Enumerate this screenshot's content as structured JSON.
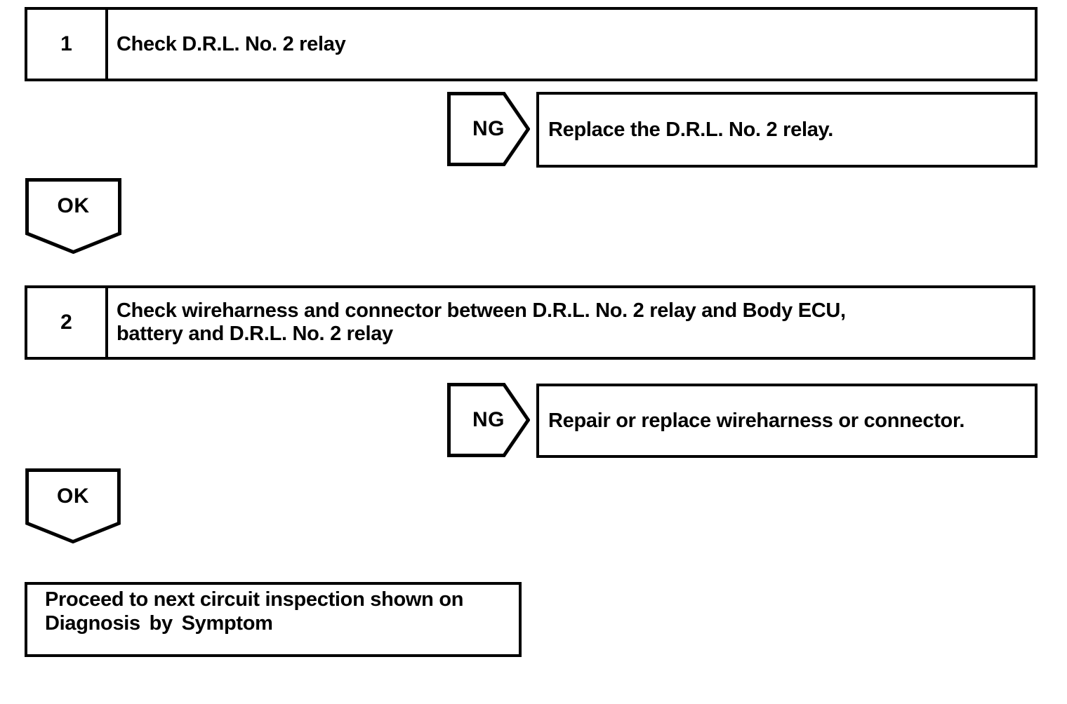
{
  "page": {
    "background": "#ffffff",
    "ink": "#000000"
  },
  "flowchart": {
    "steps": [
      {
        "number": "1",
        "instruction": "Check D.R.L. No. 2 relay",
        "instruction_lines": [
          "Check D.R.L. No. 2 relay"
        ],
        "ng": {
          "label": "NG",
          "action": "Replace the D.R.L. No. 2 relay."
        },
        "ok": {
          "label": "OK"
        }
      },
      {
        "number": "2",
        "instruction": "Check wireharness and connector between D.R.L. No. 2 relay and Body ECU, battery and D.R.L. No. 2 relay",
        "instruction_lines": [
          "Check wireharness and connector between D.R.L. No. 2 relay and Body ECU,",
          "battery and D.R.L. No. 2 relay"
        ],
        "ng": {
          "label": "NG",
          "action": "Repair or replace wireharness or connector."
        },
        "ok": {
          "label": "OK"
        }
      }
    ],
    "terminal": {
      "text": "Proceed to next circuit inspection shown on Diagnosis by Symptom",
      "lines": [
        "Proceed to next circuit inspection shown on",
        "Diagnosis by Symptom"
      ]
    }
  }
}
